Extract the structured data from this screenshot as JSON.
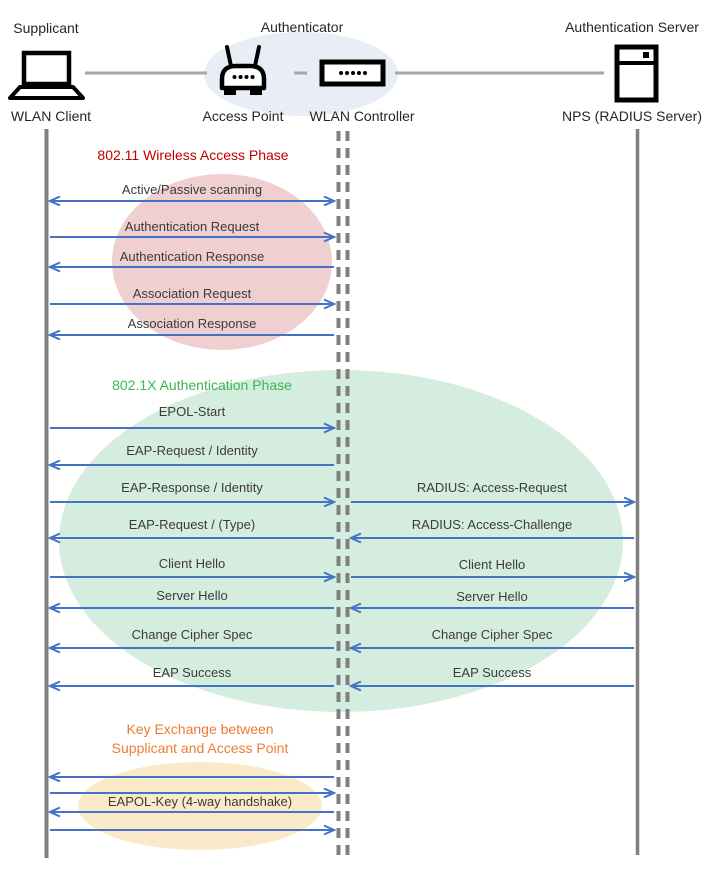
{
  "diagram": {
    "actors": {
      "supplicant": {
        "role_label": "Supplicant",
        "device_label": "WLAN Client",
        "icon": "laptop-icon"
      },
      "authenticator": {
        "role_label": "Authenticator",
        "access_point_label": "Access Point",
        "controller_label": "WLAN Controller",
        "icons": [
          "access-point-icon",
          "wlan-controller-icon"
        ]
      },
      "authentication_server": {
        "role_label": "Authentication Server",
        "device_label": "NPS (RADIUS Server)",
        "icon": "server-icon"
      }
    },
    "phases": [
      {
        "title": "802.11 Wireless Access Phase",
        "title_color": "#C00000",
        "ellipse_color": "#F0CFD1",
        "messages": [
          {
            "label": "Active/Passive scanning",
            "from": "WLAN Client",
            "to": "WLAN Controller",
            "direction": "both"
          },
          {
            "label": "Authentication Request",
            "from": "WLAN Client",
            "to": "WLAN Controller",
            "direction": "right"
          },
          {
            "label": "Authentication Response",
            "from": "WLAN Controller",
            "to": "WLAN Client",
            "direction": "left"
          },
          {
            "label": "Association Request",
            "from": "WLAN Client",
            "to": "WLAN Controller",
            "direction": "right"
          },
          {
            "label": "Association Response",
            "from": "WLAN Controller",
            "to": "WLAN Client",
            "direction": "left"
          }
        ]
      },
      {
        "title": "802.1X Authentication Phase",
        "title_color": "#3CB554",
        "ellipse_color": "#D5EDDE",
        "messages": [
          {
            "label": "EPOL-Start",
            "segment": "client-controller",
            "direction": "right"
          },
          {
            "label": "EAP-Request / Identity",
            "segment": "client-controller",
            "direction": "left"
          },
          {
            "label": "EAP-Response / Identity",
            "segment": "client-controller",
            "direction": "right"
          },
          {
            "label": "RADIUS: Access-Request",
            "segment": "controller-server",
            "direction": "right"
          },
          {
            "label": "EAP-Request / (Type)",
            "segment": "client-controller",
            "direction": "left"
          },
          {
            "label": "RADIUS: Access-Challenge",
            "segment": "controller-server",
            "direction": "left"
          },
          {
            "label": "Client Hello",
            "segment": "client-controller",
            "direction": "right"
          },
          {
            "label": "Client Hello",
            "segment": "controller-server",
            "direction": "right"
          },
          {
            "label": "Server Hello",
            "segment": "client-controller",
            "direction": "left"
          },
          {
            "label": "Server Hello",
            "segment": "controller-server",
            "direction": "left"
          },
          {
            "label": "Change Cipher Spec",
            "segment": "client-controller",
            "direction": "left"
          },
          {
            "label": "Change Cipher Spec",
            "segment": "controller-server",
            "direction": "left"
          },
          {
            "label": "EAP Success",
            "segment": "client-controller",
            "direction": "left"
          },
          {
            "label": "EAP Success",
            "segment": "controller-server",
            "direction": "left"
          }
        ]
      },
      {
        "title": "Key Exchange between\nSupplicant and Access Point",
        "title_color": "#ED7D31",
        "ellipse_color": "#FBEACA",
        "messages": [
          {
            "label": "EAPOL-Key (4-way handshake)",
            "segment": "client-controller",
            "arrows": [
              "left",
              "right",
              "left",
              "right"
            ]
          }
        ]
      }
    ],
    "colors": {
      "arrow": "#4472C4",
      "lifeline": "#7F7F7F",
      "connector": "#A6A6A6",
      "authenticator_ellipse": "#E9EDF6",
      "message_text": "#3B3B3B"
    }
  }
}
